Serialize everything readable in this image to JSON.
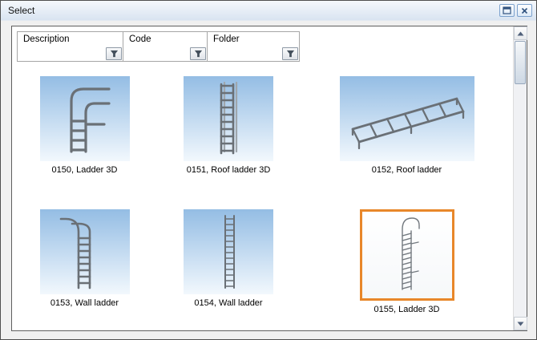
{
  "window": {
    "title": "Select"
  },
  "titlebar": {
    "buttons": [
      {
        "name": "dock",
        "icon": "dock-window-icon"
      },
      {
        "name": "close",
        "icon": "close-icon"
      }
    ]
  },
  "columns": [
    {
      "label": "Description",
      "filter_icon": "funnel-icon"
    },
    {
      "label": "Code",
      "filter_icon": "funnel-icon"
    },
    {
      "label": "Folder",
      "filter_icon": "funnel-icon"
    }
  ],
  "items": [
    {
      "caption": "0150, Ladder 3D",
      "icon": "ladder-3d-thumb",
      "selected": false
    },
    {
      "caption": "0151, Roof ladder 3D",
      "icon": "roof-ladder-3d-thumb",
      "selected": false
    },
    {
      "caption": "0152, Roof ladder",
      "icon": "roof-ladder-thumb",
      "selected": false
    },
    {
      "caption": "0153, Wall ladder",
      "icon": "wall-ladder-thumb",
      "selected": false
    },
    {
      "caption": "0154, Wall ladder",
      "icon": "wall-ladder-thumb-2",
      "selected": false
    },
    {
      "caption": "0155, Ladder 3D",
      "icon": "ladder-3d-selected-thumb",
      "selected": true
    }
  ],
  "scrollbar": {
    "orientation": "vertical",
    "thumb_position": "top"
  },
  "colors": {
    "selection_border": "#E8872A",
    "thumb_gradient_top": "#94BDE4",
    "thumb_gradient_bottom": "#F2F8FD",
    "titlebar_gradient_top": "#F5F8FC",
    "titlebar_gradient_bottom": "#D9E4F1",
    "ladder_stroke": "#6A7076"
  }
}
